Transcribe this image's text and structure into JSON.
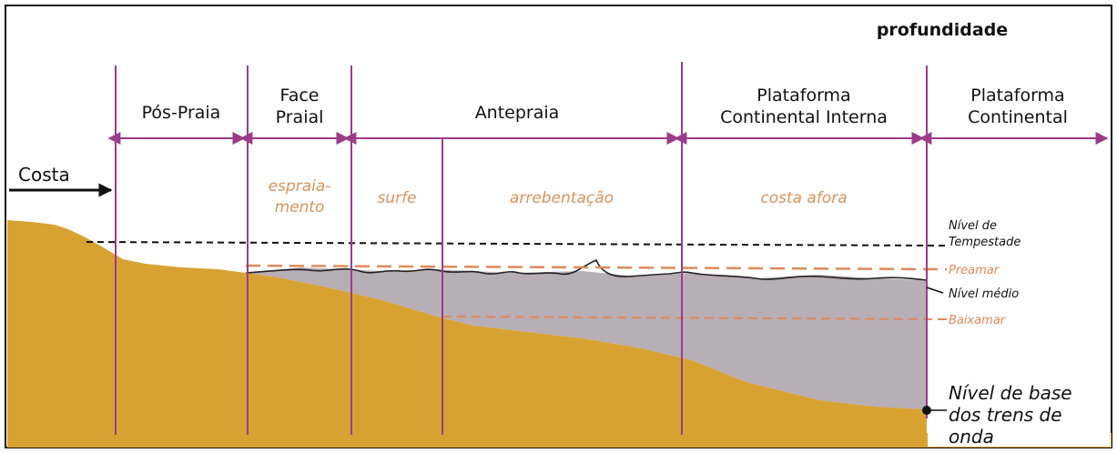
{
  "title": "profundidade",
  "coast_label": "Costa",
  "zones": [
    {
      "id": "pos-praia",
      "lines": [
        "Pós-Praia"
      ]
    },
    {
      "id": "face-praial",
      "lines": [
        "Face",
        "Praial"
      ]
    },
    {
      "id": "antepraia",
      "lines": [
        "Antepraia"
      ]
    },
    {
      "id": "plataforma-interna",
      "lines": [
        "Plataforma",
        "Continental Interna"
      ]
    },
    {
      "id": "plataforma-continental",
      "lines": [
        "Plataforma",
        "Continental"
      ]
    }
  ],
  "subzones": [
    {
      "id": "espraiamento",
      "lines": [
        "espraia-",
        "mento"
      ]
    },
    {
      "id": "surfe",
      "lines": [
        "surfe"
      ]
    },
    {
      "id": "arrebentacao",
      "lines": [
        "arrebentação"
      ]
    },
    {
      "id": "costa-afora",
      "lines": [
        "costa afora"
      ]
    }
  ],
  "levels": [
    {
      "id": "nivel-tempestade",
      "lines": [
        "Nível de",
        "Tempestade"
      ],
      "color": "#111111"
    },
    {
      "id": "preamar",
      "lines": [
        "Preamar"
      ],
      "color": "#e0895a"
    },
    {
      "id": "nivel-medio",
      "lines": [
        "Nível médio"
      ],
      "color": "#111111"
    },
    {
      "id": "baixamar",
      "lines": [
        "Baixamar"
      ],
      "color": "#e0895a"
    }
  ],
  "base_label": [
    "Nível de base",
    "dos trens de",
    "onda"
  ],
  "colors": {
    "sand": "#d8a232",
    "water": "#b8aeb5",
    "arrow": "#9b3b8a",
    "tide": "#e0895a",
    "frame": "#111111"
  }
}
